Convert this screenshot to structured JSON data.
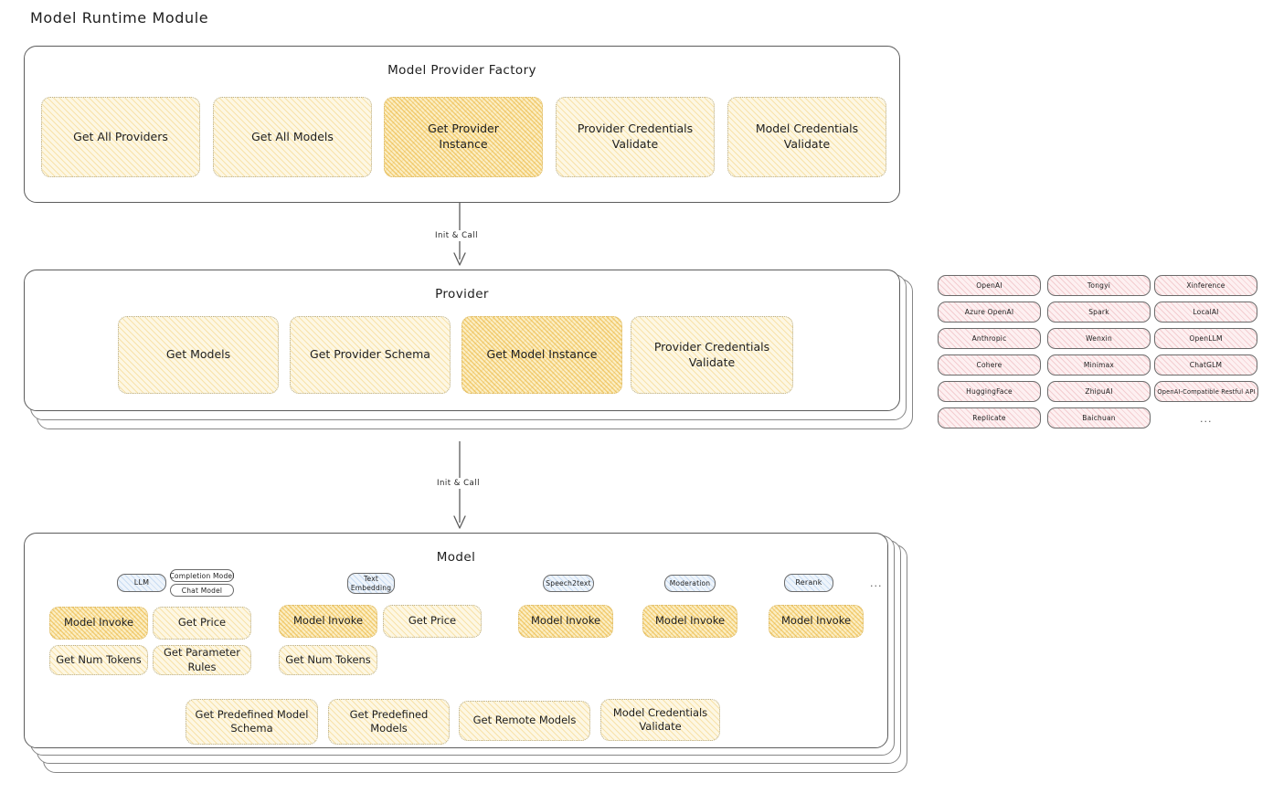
{
  "page": {
    "title": "Model Runtime Module"
  },
  "connectors": [
    {
      "label": "Init & Call"
    },
    {
      "label": "Init & Call"
    }
  ],
  "factory": {
    "title": "Model Provider Factory",
    "boxes": [
      {
        "label": "Get All Providers",
        "highlight": false
      },
      {
        "label": "Get All Models",
        "highlight": false
      },
      {
        "label": "Get Provider\nInstance",
        "highlight": true
      },
      {
        "label": "Provider Credentials\nValidate",
        "highlight": false
      },
      {
        "label": "Model Credentials\nValidate",
        "highlight": false
      }
    ]
  },
  "provider": {
    "title": "Provider",
    "boxes": [
      {
        "label": "Get Models",
        "highlight": false
      },
      {
        "label": "Get Provider Schema",
        "highlight": false
      },
      {
        "label": "Get Model Instance",
        "highlight": true
      },
      {
        "label": "Provider Credentials\nValidate",
        "highlight": false
      }
    ]
  },
  "provider_list": {
    "ellipsis": "...",
    "columns": [
      [
        "OpenAI",
        "Azure OpenAI",
        "Anthropic",
        "Cohere",
        "HuggingFace",
        "Replicate"
      ],
      [
        "Tongyi",
        "Spark",
        "Wenxin",
        "Minimax",
        "ZhipuAI",
        "Baichuan"
      ],
      [
        "Xinference",
        "LocalAI",
        "OpenLLM",
        "ChatGLM",
        "OpenAI-Compatible Restful API"
      ]
    ]
  },
  "model": {
    "title": "Model",
    "ellipsis": "...",
    "groups": [
      {
        "badge": "LLM",
        "sub_badges": [
          "Completion Model",
          "Chat Model"
        ],
        "boxes": [
          {
            "label": "Model Invoke",
            "highlight": true
          },
          {
            "label": "Get Price",
            "highlight": false
          },
          {
            "label": "Get Num Tokens",
            "highlight": false
          },
          {
            "label": "Get Parameter\nRules",
            "highlight": false
          }
        ]
      },
      {
        "badge": "Text\nEmbedding",
        "sub_badges": [],
        "boxes": [
          {
            "label": "Model Invoke",
            "highlight": true
          },
          {
            "label": "Get Price",
            "highlight": false
          },
          {
            "label": "Get Num Tokens",
            "highlight": false
          }
        ]
      },
      {
        "badge": "Speech2text",
        "sub_badges": [],
        "boxes": [
          {
            "label": "Model Invoke",
            "highlight": true
          }
        ]
      },
      {
        "badge": "Moderation",
        "sub_badges": [],
        "boxes": [
          {
            "label": "Model Invoke",
            "highlight": true
          }
        ]
      },
      {
        "badge": "Rerank",
        "sub_badges": [],
        "boxes": [
          {
            "label": "Model Invoke",
            "highlight": true
          }
        ]
      }
    ],
    "common_boxes": [
      {
        "label": "Get Predefined Model\nSchema",
        "highlight": false
      },
      {
        "label": "Get Predefined\nModels",
        "highlight": false
      },
      {
        "label": "Get Remote Models",
        "highlight": false
      },
      {
        "label": "Model Credentials\nValidate",
        "highlight": false
      }
    ]
  },
  "colors": {
    "accent_yellow": "#fdf7e3",
    "accent_yellow_hot": "#fbeec4",
    "accent_pink": "#fdf0f1",
    "accent_blue": "#eef4fb",
    "stroke": "#5c5c5c",
    "text": "#1e1e1e",
    "background": "#ffffff"
  }
}
